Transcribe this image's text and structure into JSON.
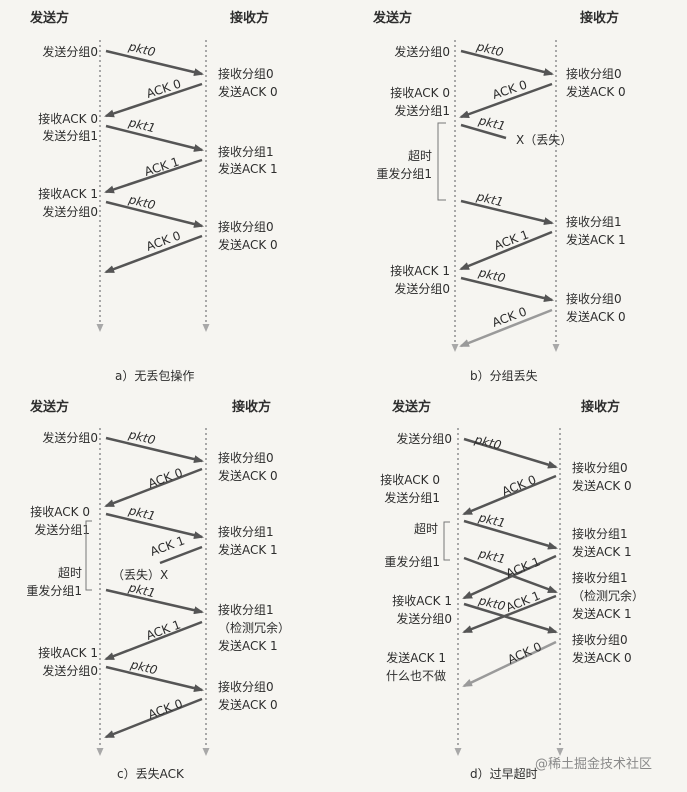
{
  "watermark": "@稀土掘金技术社区",
  "panels": {
    "a": {
      "caption": "a）无丢包操作",
      "sender_header": "发送方",
      "receiver_header": "接收方",
      "sender_labels": [
        "发送分组0",
        "接收ACK 0",
        "发送分组1",
        "接收ACK 1",
        "发送分组0"
      ],
      "receiver_labels": [
        "接收分组0",
        "发送ACK 0",
        "接收分组1",
        "发送ACK 1",
        "接收分组0",
        "发送ACK 0"
      ],
      "arrow_labels": [
        "pkt0",
        "ACK 0",
        "pkt1",
        "ACK 1",
        "pkt0",
        "ACK 0"
      ]
    },
    "b": {
      "caption": "b）分组丢失",
      "sender_header": "发送方",
      "receiver_header": "接收方",
      "sender_labels": [
        "发送分组0",
        "接收ACK 0",
        "发送分组1",
        "超时",
        "重发分组1",
        "接收ACK 1",
        "发送分组0"
      ],
      "receiver_labels": [
        "接收分组0",
        "发送ACK 0",
        "接收分组1",
        "发送ACK 1",
        "接收分组0",
        "发送ACK 0"
      ],
      "arrow_labels": [
        "pkt0",
        "ACK 0",
        "pkt1",
        "pkt1",
        "ACK 1",
        "pkt0",
        "ACK 0"
      ],
      "loss_label": "X（丢失）"
    },
    "c": {
      "caption": "c）丢失ACK",
      "sender_header": "发送方",
      "receiver_header": "接收方",
      "sender_labels": [
        "发送分组0",
        "接收ACK 0",
        "发送分组1",
        "超时",
        "重发分组1",
        "接收ACK 1",
        "发送分组0"
      ],
      "receiver_labels": [
        "接收分组0",
        "发送ACK 0",
        "接收分组1",
        "发送ACK 1",
        "接收分组1",
        "（检测冗余）",
        "发送ACK 1",
        "接收分组0",
        "发送ACK 0"
      ],
      "arrow_labels": [
        "pkt0",
        "ACK 0",
        "pkt1",
        "ACK 1",
        "pkt1",
        "ACK 1",
        "pkt0",
        "ACK 0"
      ],
      "loss_label": "（丢失）X"
    },
    "d": {
      "caption": "d）过早超时",
      "sender_header": "发送方",
      "receiver_header": "接收方",
      "sender_labels": [
        "发送分组0",
        "接收ACK 0",
        "发送分组1",
        "超时",
        "重发分组1",
        "接收ACK 1",
        "发送分组0",
        "发送ACK 1",
        "什么也不做"
      ],
      "receiver_labels": [
        "接收分组0",
        "发送ACK 0",
        "接收分组1",
        "发送ACK 1",
        "接收分组1",
        "（检测冗余）",
        "发送ACK 1",
        "接收分组0",
        "发送ACK 0"
      ],
      "arrow_labels": [
        "pkt0",
        "ACK 0",
        "pkt1",
        "pkt1",
        "ACK 1",
        "ACK 1",
        "pkt0",
        "ACK 0"
      ]
    }
  },
  "colors": {
    "arrow_dark": "#555555",
    "arrow_light": "#9a9a9a",
    "timeline": "#a8a8a8",
    "background": "#f6f5f1"
  }
}
